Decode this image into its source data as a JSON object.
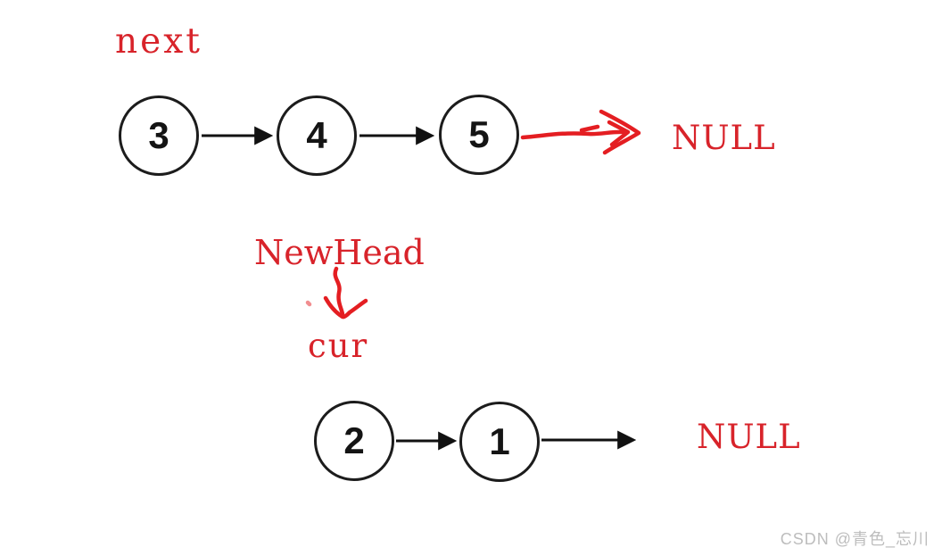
{
  "diagram": {
    "title_hint": "linked list reversal step diagram",
    "annotations": {
      "next_label": "next",
      "newhead_label": "NewHead",
      "cur_label": "cur",
      "null_top": "NULL",
      "null_bottom": "NULL"
    },
    "top_list": {
      "nodes": [
        "3",
        "4",
        "5"
      ]
    },
    "bottom_list": {
      "nodes": [
        "2",
        "1"
      ]
    },
    "colors": {
      "annotation_red": "#e41e22",
      "label_red": "#d8232a",
      "node_border": "#1c1c1c",
      "watermark_gray": "#bdbdbd"
    }
  },
  "watermark": {
    "text": "CSDN @青色_忘川"
  }
}
